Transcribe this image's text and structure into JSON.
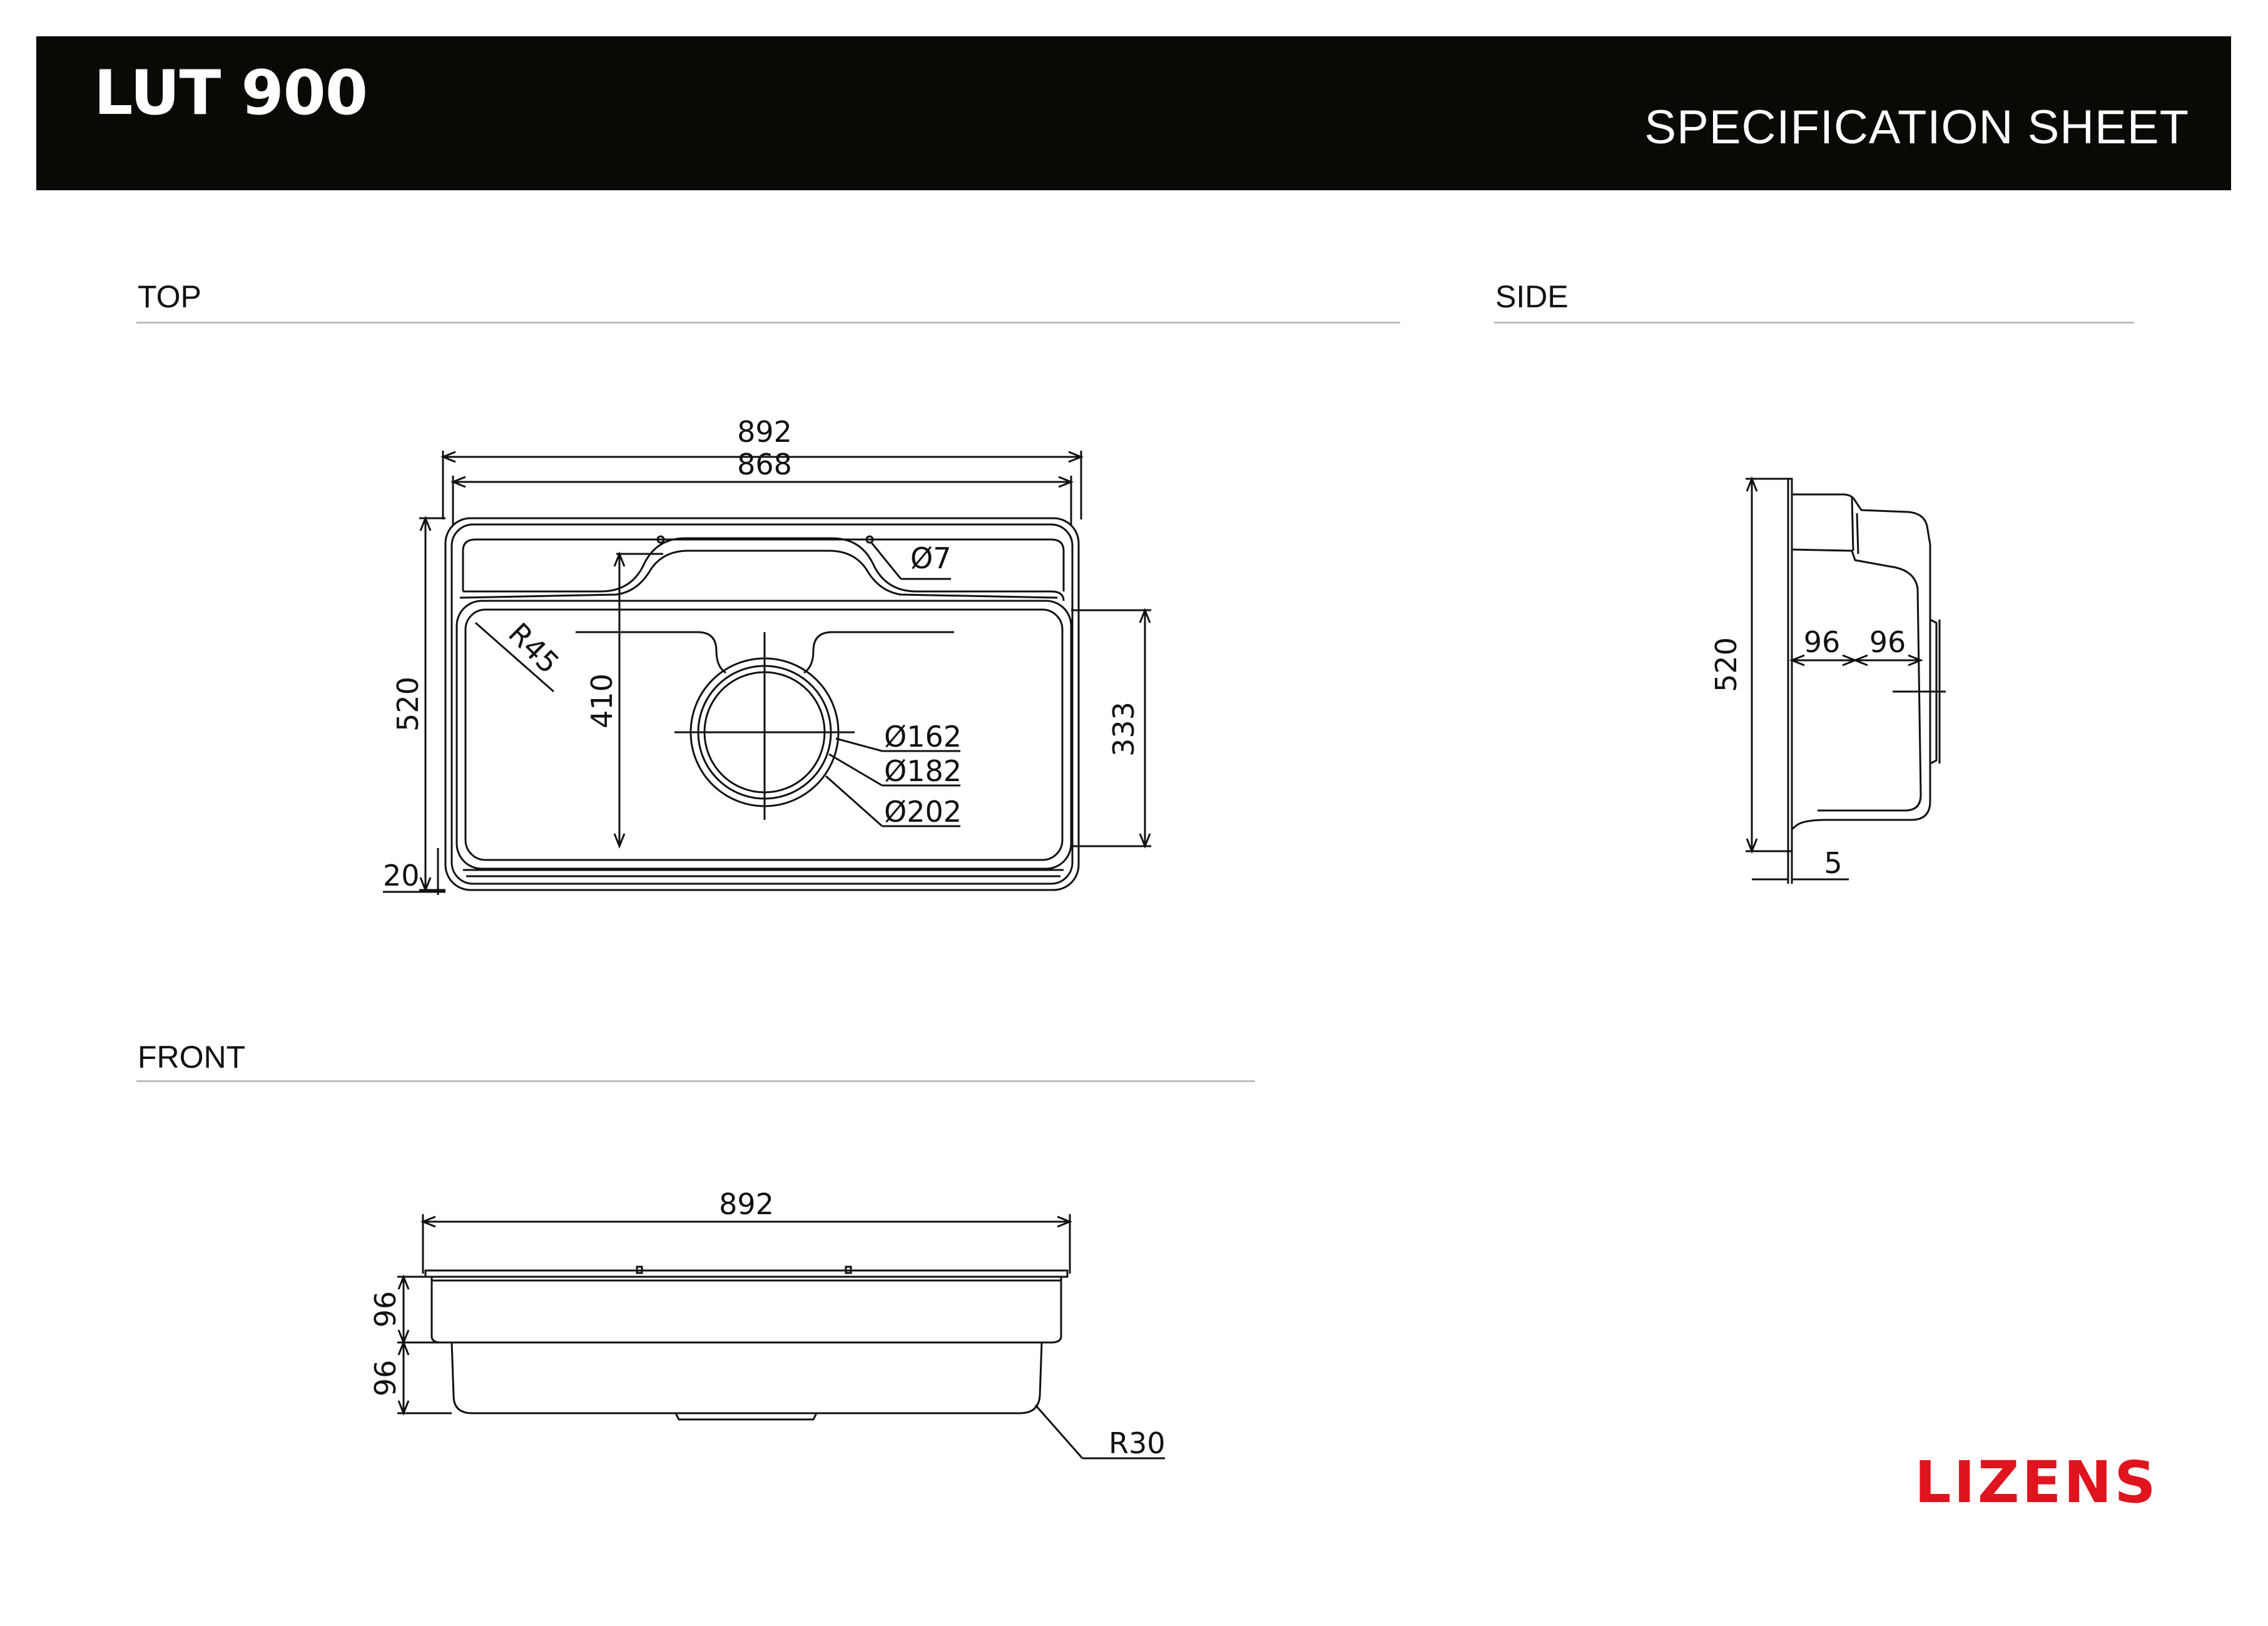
{
  "header": {
    "model": "LUT 900",
    "sheet_title": "SPECIFICATION SHEET"
  },
  "sections": {
    "top": "TOP",
    "side": "SIDE",
    "front": "FRONT"
  },
  "dimensions": {
    "top": {
      "outer_width": "892",
      "inner_width": "868",
      "hole": "Ø7",
      "radius": "R45",
      "height": "520",
      "inner_depth": "410",
      "bowl_depth": "333",
      "drain_1": "Ø162",
      "drain_2": "Ø182",
      "drain_3": "Ø202",
      "rim": "20"
    },
    "side": {
      "height": "520",
      "depth_1": "96",
      "depth_2": "96",
      "flange": "5"
    },
    "front": {
      "width": "892",
      "depth_1": "96",
      "depth_2": "96",
      "radius": "R30"
    }
  },
  "brand": {
    "logo": "LIZENS",
    "color": "#e0141e"
  }
}
